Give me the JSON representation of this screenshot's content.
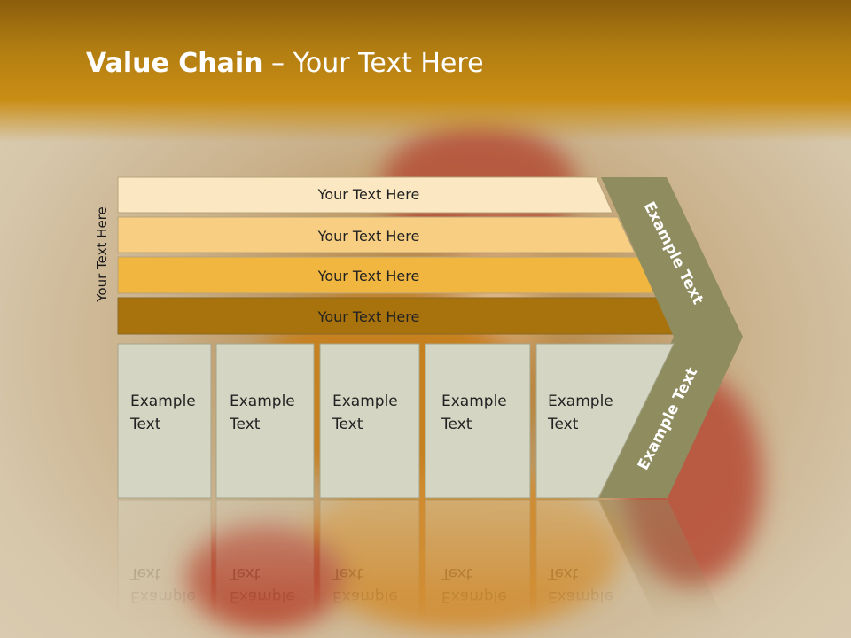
{
  "title": {
    "bold": "Value Chain",
    "rest": " – Your Text Here"
  },
  "side_label": "Your Text Here",
  "bars": [
    {
      "label": "Your Text Here",
      "color": "#fbe8c2"
    },
    {
      "label": "Your Text Here",
      "color": "#f8cf82"
    },
    {
      "label": "Your Text Here",
      "color": "#f0b640"
    },
    {
      "label": "Your Text Here",
      "color": "#a8720c"
    }
  ],
  "boxes": [
    {
      "line1": "Example",
      "line2": "Text"
    },
    {
      "line1": "Example",
      "line2": "Text"
    },
    {
      "line1": "Example",
      "line2": "Text"
    },
    {
      "line1": "Example",
      "line2": "Text"
    },
    {
      "line1": "Example",
      "line2": "Text"
    }
  ],
  "chevron": {
    "upper": "Example Text",
    "lower": "Example Text",
    "color": "#8f8c60"
  },
  "colors": {
    "box_fill": "#d5d5c3",
    "box_stroke": "#a5a58a"
  }
}
